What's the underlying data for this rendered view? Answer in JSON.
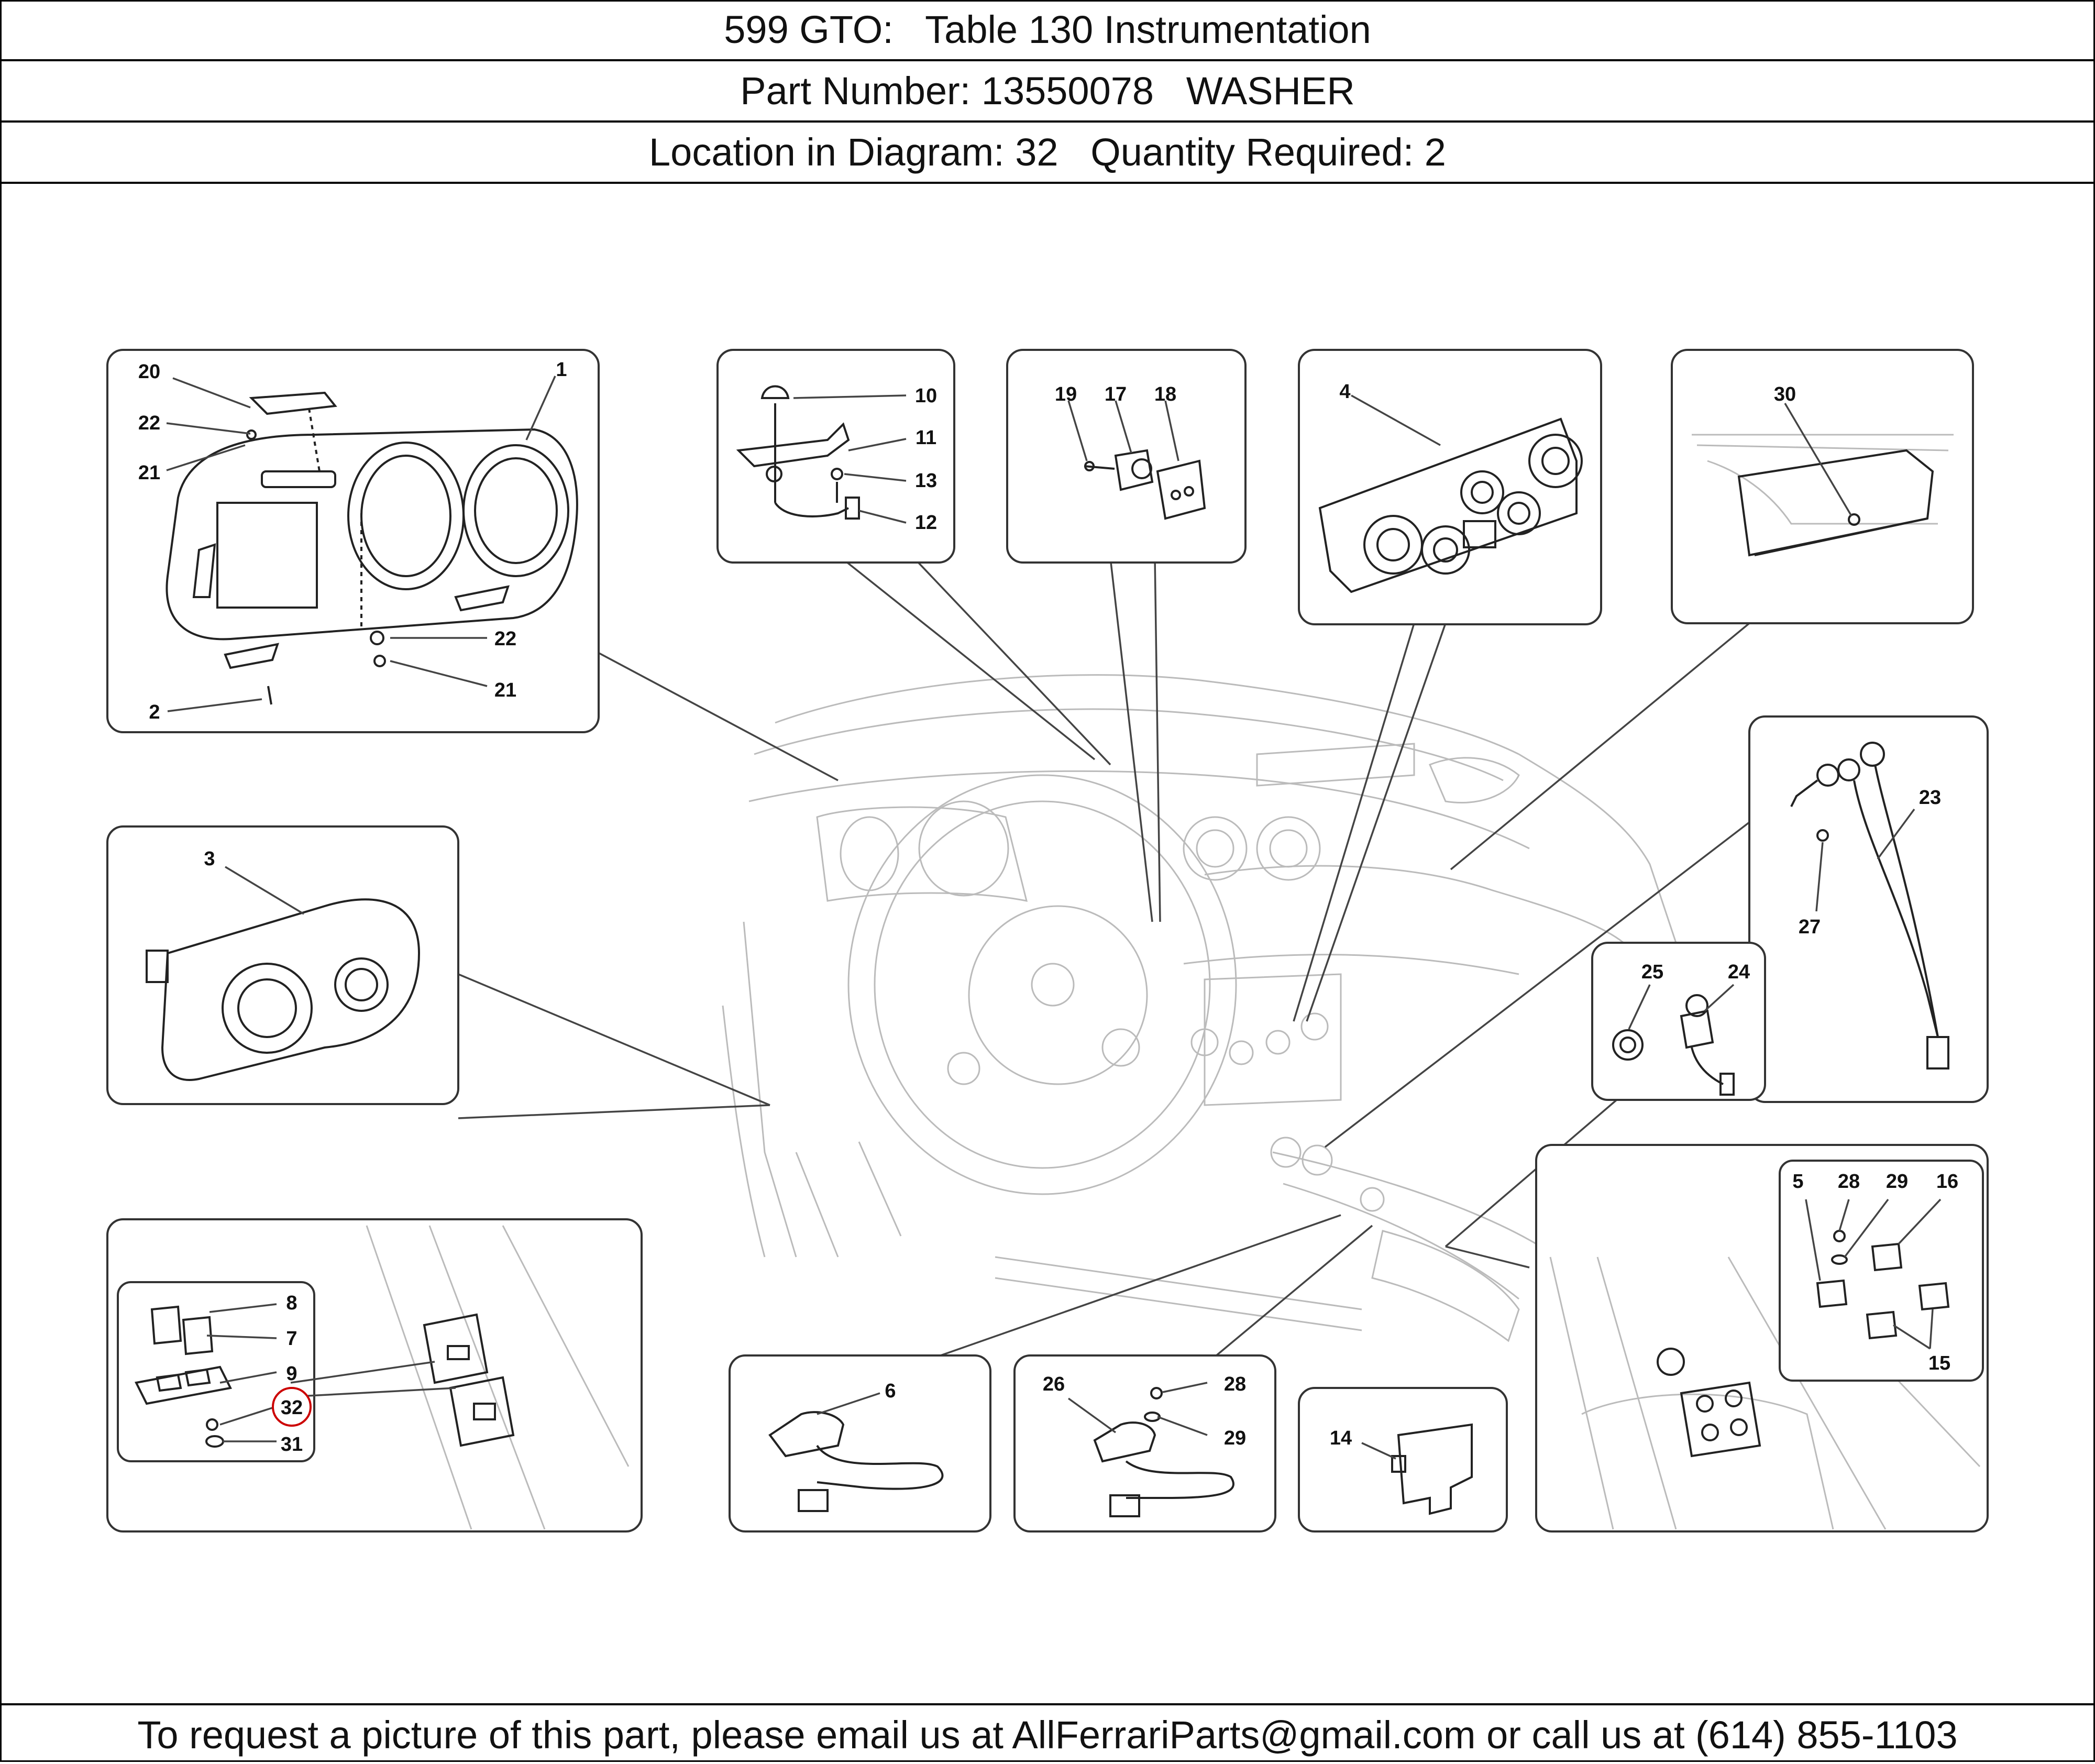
{
  "header": {
    "title": "599 GTO:   Table 130 Instrumentation",
    "part_number": "Part Number: 13550078   WASHER",
    "location": "Location in Diagram: 32   Quantity Required: 2"
  },
  "footer": {
    "contact": "To request a picture of this part, please email us at AllFerrariParts@gmail.com or call us at (614) 855-1103"
  },
  "diagram": {
    "highlighted_callout": "32",
    "highlight_color": "#cc0000",
    "callouts": {
      "c1": "1",
      "c2": "2",
      "c3": "3",
      "c4": "4",
      "c5": "5",
      "c6": "6",
      "c7": "7",
      "c8": "8",
      "c9": "9",
      "c10": "10",
      "c11": "11",
      "c12": "12",
      "c13": "13",
      "c14": "14",
      "c15": "15",
      "c16": "16",
      "c17": "17",
      "c18": "18",
      "c19": "19",
      "c20": "20",
      "c21a": "21",
      "c21b": "21",
      "c22a": "22",
      "c22b": "22",
      "c23": "23",
      "c24": "24",
      "c25": "25",
      "c26": "26",
      "c27": "27",
      "c28a": "28",
      "c28b": "28",
      "c29a": "29",
      "c29b": "29",
      "c30": "30",
      "c31": "31",
      "c32": "32"
    }
  }
}
